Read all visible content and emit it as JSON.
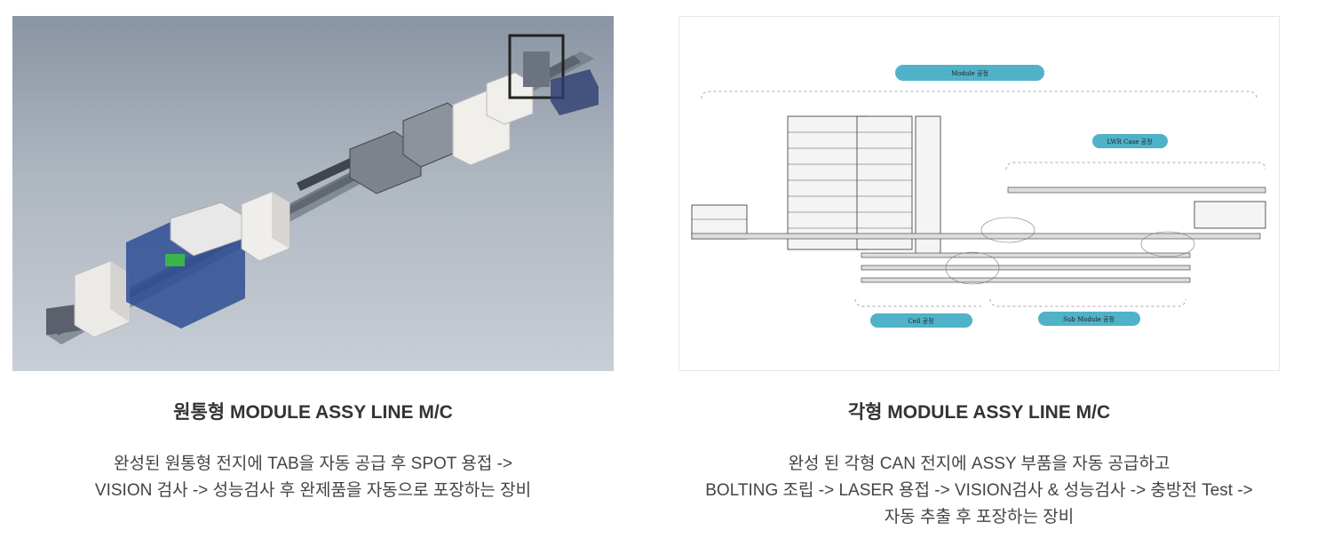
{
  "products": [
    {
      "title": "원통형 MODULE ASSY LINE M/C",
      "desc": [
        "완성된 원통형 전지에 TAB을 자동 공급 후 SPOT 용접 ->",
        "VISION 검사 -> 성능검사 후 완제품을 자동으로 포장하는 장비"
      ]
    },
    {
      "title": "각형 MODULE ASSY LINE M/C",
      "desc": [
        "완성 된 각형 CAN 전지에 ASSY 부품을 자동 공급하고",
        "BOLTING 조립 -> LASER 용접 -> VISION검사 & 성능검사 -> 충방전 Test ->",
        "자동 추출 후 포장하는 장비"
      ],
      "diagram_labels": {
        "module": "Module 공정",
        "lwr_case": "LWR Case 공정",
        "cell": "Cell 공정",
        "sub_module": "Sub Module 공정"
      }
    }
  ],
  "colors": {
    "label_pill": "#4fb2c8",
    "render_bg": "#aeb6c0"
  }
}
